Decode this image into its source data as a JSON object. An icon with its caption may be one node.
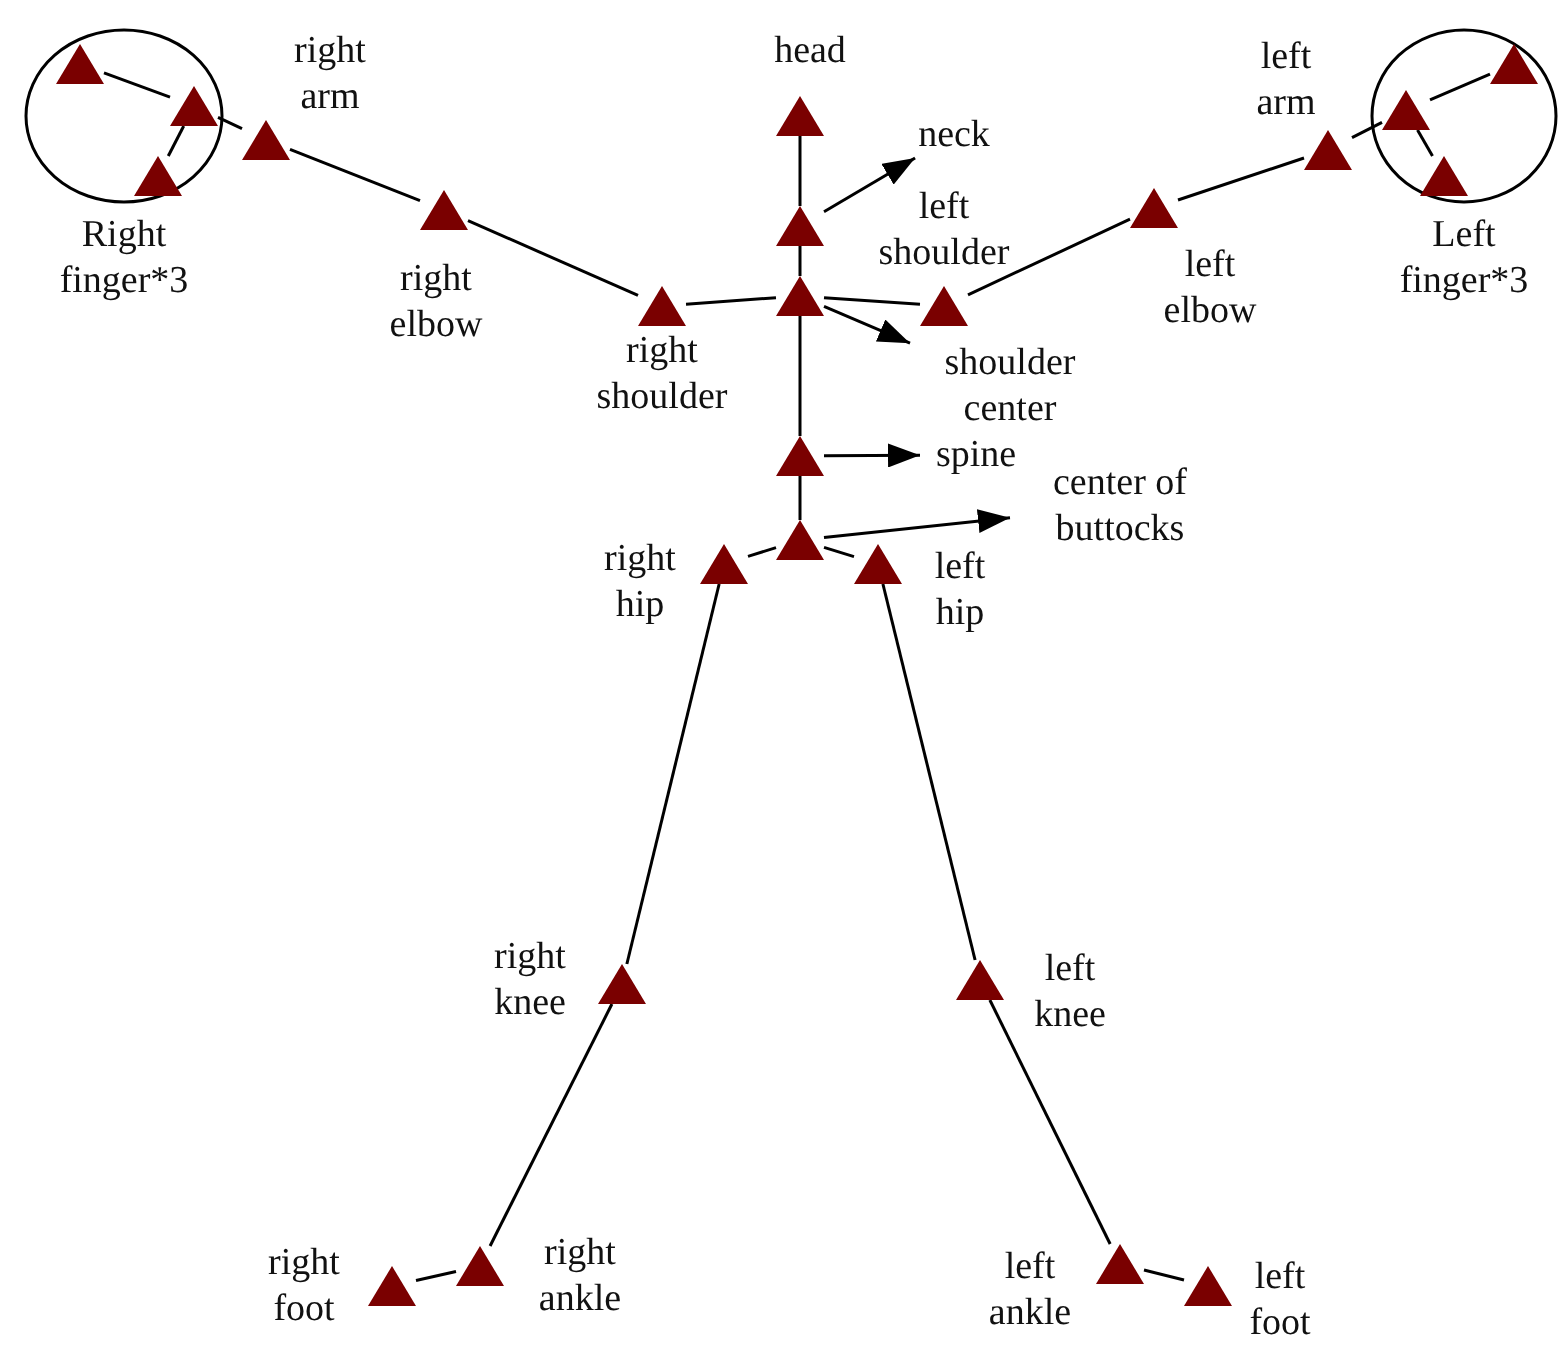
{
  "diagram": {
    "nodes": [
      {
        "text": [],
        "shape": "triangle",
        "beside": [
          "head"
        ]
      },
      {
        "text": [
          "neck"
        ]
      },
      {
        "text": [
          "Right finger*3"
        ]
      },
      {
        "text": [],
        "shape": "triangle",
        "in": 2
      },
      {
        "text": [],
        "shape": "triangle",
        "in": 2
      },
      {
        "text": [],
        "shape": "triangle",
        "in": 2
      },
      {
        "text": [],
        "shape": "triangle",
        "beside": [
          "right arm"
        ]
      },
      {
        "text": [
          "Left finger*3"
        ]
      },
      {
        "text": [],
        "shape": "triangle",
        "in": 7
      },
      {
        "text": [],
        "shape": "triangle",
        "in": 7
      },
      {
        "text": [],
        "shape": "triangle",
        "in": 7
      },
      {
        "text": [],
        "shape": "triangle",
        "beside": [
          "left arm"
        ]
      },
      {
        "text": [],
        "shape": "triangle"
      },
      {
        "text": [],
        "shape": "triangle",
        "beside": [
          "left shoulder"
        ]
      },
      {
        "text": [],
        "shape": "triangle",
        "beside": [
          "left elbow"
        ]
      },
      {
        "text": [],
        "shape": "triangle",
        "beside": [
          "right elbow"
        ]
      },
      {
        "text": [],
        "shape": "triangle"
      },
      {
        "text": [],
        "shape": "triangle",
        "beside": [
          "right shoulder"
        ]
      },
      {
        "text": [
          "shoulder center"
        ]
      },
      {
        "text": [],
        "shape": "triangle"
      },
      {
        "text": [
          "spine"
        ]
      },
      {
        "text": [],
        "shape": "triangle"
      },
      {
        "text": [
          "center of buttocks"
        ]
      },
      {
        "text": [],
        "shape": "triangle",
        "beside": [
          "right hip"
        ]
      },
      {
        "text": [],
        "shape": "triangle",
        "beside": [
          "left hip"
        ]
      },
      {
        "text": [],
        "shape": "triangle",
        "beside": [
          "right knee"
        ]
      },
      {
        "text": [],
        "shape": "triangle",
        "beside": [
          "left knee"
        ]
      },
      {
        "text": [],
        "shape": "triangle",
        "beside": [
          "right ankle"
        ]
      },
      {
        "text": [],
        "shape": "triangle",
        "beside": [
          "right foot"
        ]
      },
      {
        "text": [],
        "shape": "triangle",
        "beside": [
          "left ankle"
        ]
      },
      {
        "text": [],
        "shape": "triangle",
        "beside": [
          "left foot"
        ]
      }
    ],
    "edges": [
      {
        "from": 3,
        "to": 4,
        "arrow": "none"
      },
      {
        "from": 4,
        "to": 5,
        "arrow": "none"
      },
      {
        "from": 4,
        "to": 6,
        "arrow": "none"
      },
      {
        "from": 6,
        "to": 15,
        "arrow": "none"
      },
      {
        "from": 15,
        "to": 17,
        "arrow": "none"
      },
      {
        "from": 17,
        "to": 16,
        "arrow": "none"
      },
      {
        "from": 16,
        "to": 13,
        "arrow": "none"
      },
      {
        "from": 13,
        "to": 14,
        "arrow": "none"
      },
      {
        "from": 14,
        "to": 11,
        "arrow": "none"
      },
      {
        "from": 11,
        "to": 8,
        "arrow": "none"
      },
      {
        "from": 8,
        "to": 9,
        "arrow": "none"
      },
      {
        "from": 8,
        "to": 10,
        "arrow": "none"
      },
      {
        "from": 0,
        "to": 12,
        "arrow": "none"
      },
      {
        "from": 12,
        "to": 1,
        "arrow": "to"
      },
      {
        "from": 12,
        "to": 16,
        "arrow": "none"
      },
      {
        "from": 16,
        "to": 18,
        "arrow": "to"
      },
      {
        "from": 16,
        "to": 19,
        "arrow": "none"
      },
      {
        "from": 19,
        "to": 20,
        "arrow": "to"
      },
      {
        "from": 19,
        "to": 21,
        "arrow": "none"
      },
      {
        "from": 21,
        "to": 22,
        "arrow": "to"
      },
      {
        "from": 21,
        "to": 23,
        "arrow": "none"
      },
      {
        "from": 21,
        "to": 24,
        "arrow": "none"
      },
      {
        "from": 23,
        "to": 25,
        "arrow": "none"
      },
      {
        "from": 25,
        "to": 27,
        "arrow": "none"
      },
      {
        "from": 27,
        "to": 28,
        "arrow": "none"
      },
      {
        "from": 24,
        "to": 26,
        "arrow": "none"
      },
      {
        "from": 26,
        "to": 29,
        "arrow": "none"
      },
      {
        "from": 29,
        "to": 30,
        "arrow": "none"
      }
    ]
  }
}
